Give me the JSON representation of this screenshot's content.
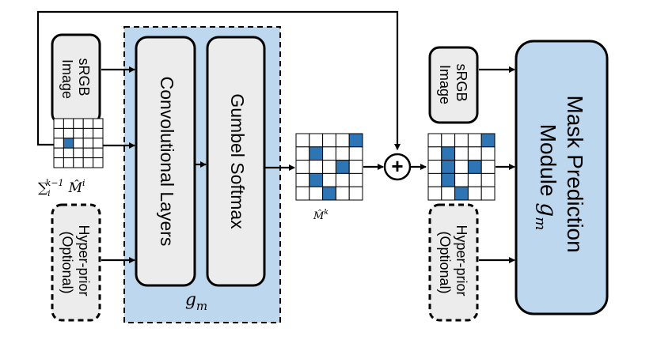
{
  "input_block": {
    "line1": "sRGB",
    "line2": "Image"
  },
  "hyperprior_block": {
    "line1": "Hyper-prior",
    "line2": "(Optional)"
  },
  "conv_block": {
    "label": "Convolutional Layers"
  },
  "gumbel_block": {
    "label": "Gumbel Softmax"
  },
  "module_container": {
    "label": "g",
    "subscript": "m"
  },
  "mask_module": {
    "line1": "Mask Prediction",
    "line2": "Module",
    "symbol": "g",
    "subscript": "m"
  },
  "sum_label": {
    "text": "∑",
    "sub": "i",
    "sup": "k−1",
    "term": "M̂",
    "term_sup": "i"
  },
  "mk_label": {
    "text": "M̂",
    "sup": "k"
  },
  "plus_symbol": "+",
  "colors": {
    "module_fill": "#bdd7ee",
    "block_fill": "#ececec",
    "mask_module_fill": "#bdd7ee",
    "cell_fill": "#2e75b6",
    "stroke": "#000000"
  },
  "grids": {
    "accumulated_mask": {
      "rows": 5,
      "cols": 5,
      "filled": [
        [
          2,
          1
        ]
      ]
    },
    "new_mask": {
      "rows": 5,
      "cols": 5,
      "filled": [
        [
          0,
          4
        ],
        [
          1,
          1
        ],
        [
          2,
          3
        ],
        [
          3,
          1
        ],
        [
          4,
          2
        ]
      ]
    },
    "combined_mask": {
      "rows": 5,
      "cols": 5,
      "filled": [
        [
          0,
          4
        ],
        [
          1,
          1
        ],
        [
          2,
          1
        ],
        [
          2,
          3
        ],
        [
          3,
          1
        ],
        [
          4,
          2
        ]
      ]
    }
  }
}
